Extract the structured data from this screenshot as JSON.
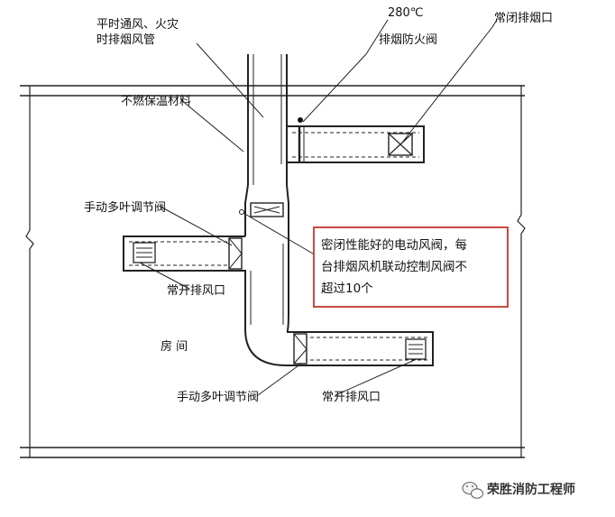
{
  "labels": {
    "main_duct": [
      "平时通风、火灾",
      "时排烟风管"
    ],
    "temperature": "280℃",
    "fire_damper": "排烟防火阀",
    "closed_outlet": "常闭排烟口",
    "insulation": "不燃保温材料",
    "manual_damper_left": "手动多叶调节阀",
    "open_outlet_left": "常开排风口",
    "room": "房 间",
    "manual_damper_bottom": "手动多叶调节阀",
    "open_outlet_bottom": "常开排风口"
  },
  "note": {
    "lines": [
      "密闭性能好的电动风阀，每",
      "台排烟风机联动控制风阀不",
      "超过10个"
    ],
    "border_color": "#c0392b"
  },
  "watermark": {
    "text": "荣胜消防工程师",
    "icon": "wechat-icon"
  }
}
